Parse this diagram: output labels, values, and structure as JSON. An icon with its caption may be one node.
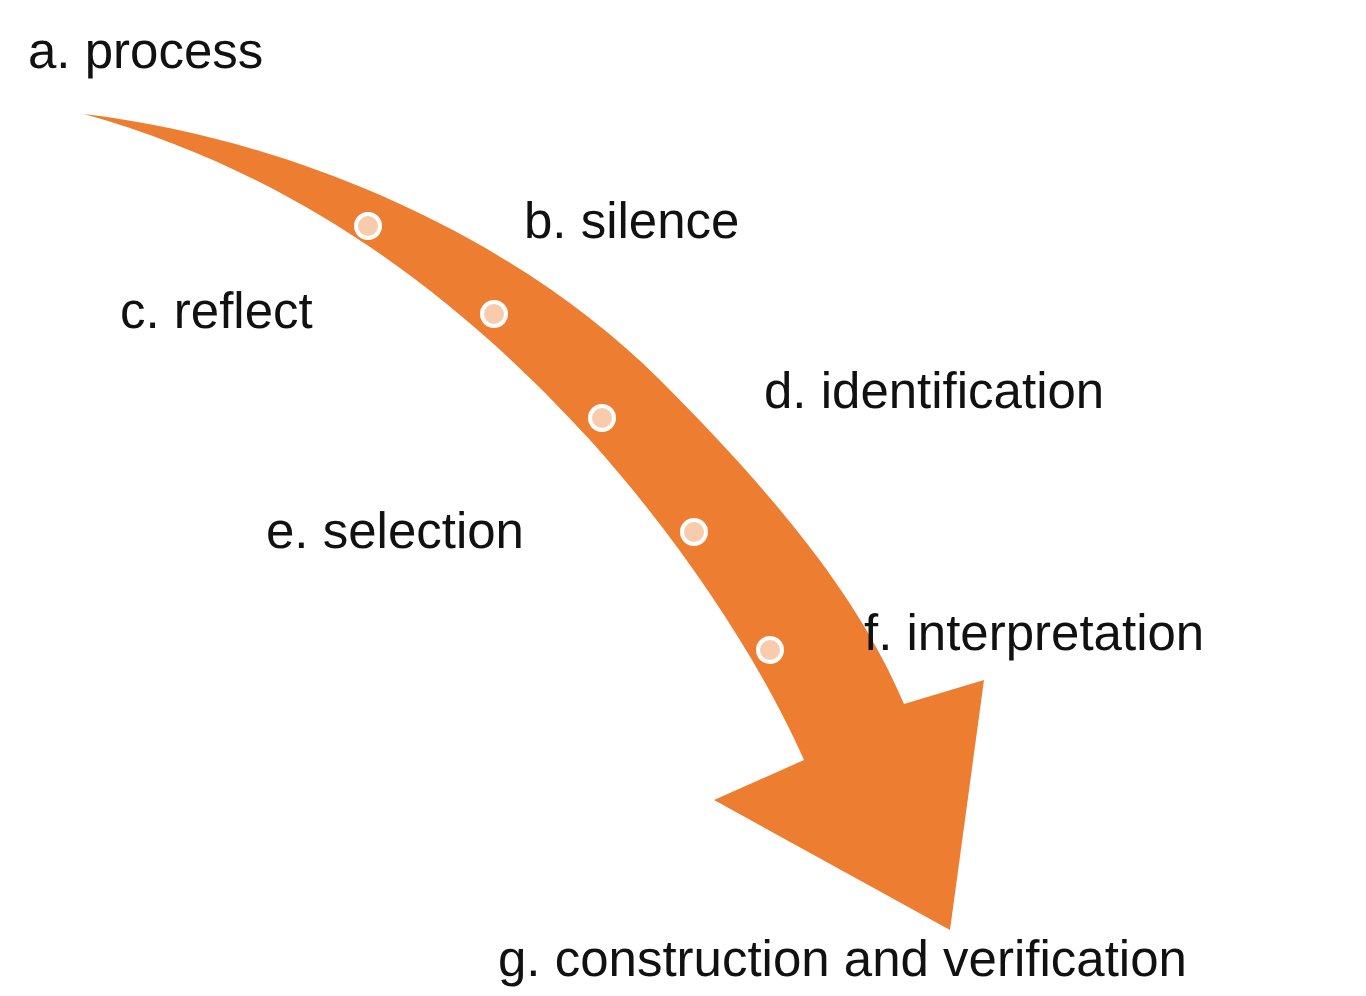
{
  "diagram": {
    "labels": [
      "a. process",
      "b. silence",
      "c. reflect",
      "d. identification",
      "e. selection",
      "f. interpretation",
      "g. construction and verification"
    ]
  }
}
